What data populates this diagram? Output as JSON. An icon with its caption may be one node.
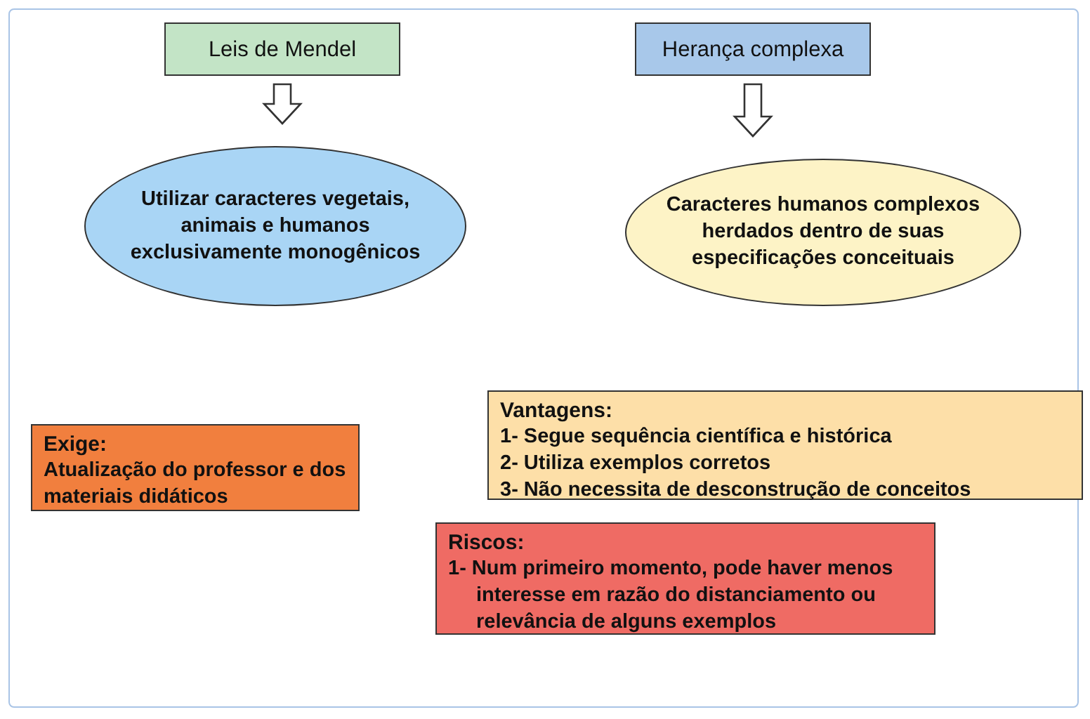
{
  "diagram": {
    "nodes": [
      {
        "text": [
          "Leis de Mendel"
        ]
      },
      {
        "text": [
          "Herança complexa"
        ]
      },
      {
        "text": [
          "Utilizar caracteres vegetais, animais e humanos exclusivamente monogênicos"
        ]
      },
      {
        "text": [
          "Caracteres humanos complexos herdados dentro de suas especificações conceituais"
        ]
      },
      {
        "text": [
          "Exige:",
          "Atualização do professor e dos materiais didáticos"
        ]
      },
      {
        "text": [
          "Vantagens:",
          "1- Segue sequência científica e histórica",
          "2- Utiliza exemplos corretos",
          "3- Não necessita de desconstrução de conceitos"
        ]
      },
      {
        "text": [
          "Riscos:",
          "1- Num primeiro momento, pode haver menos interesse em razão do distanciamento ou relevância de alguns exemplos"
        ]
      }
    ],
    "edges": [
      {
        "from": 0,
        "to": 2,
        "arrow": "to"
      },
      {
        "from": 1,
        "to": 3,
        "arrow": "to"
      }
    ]
  }
}
